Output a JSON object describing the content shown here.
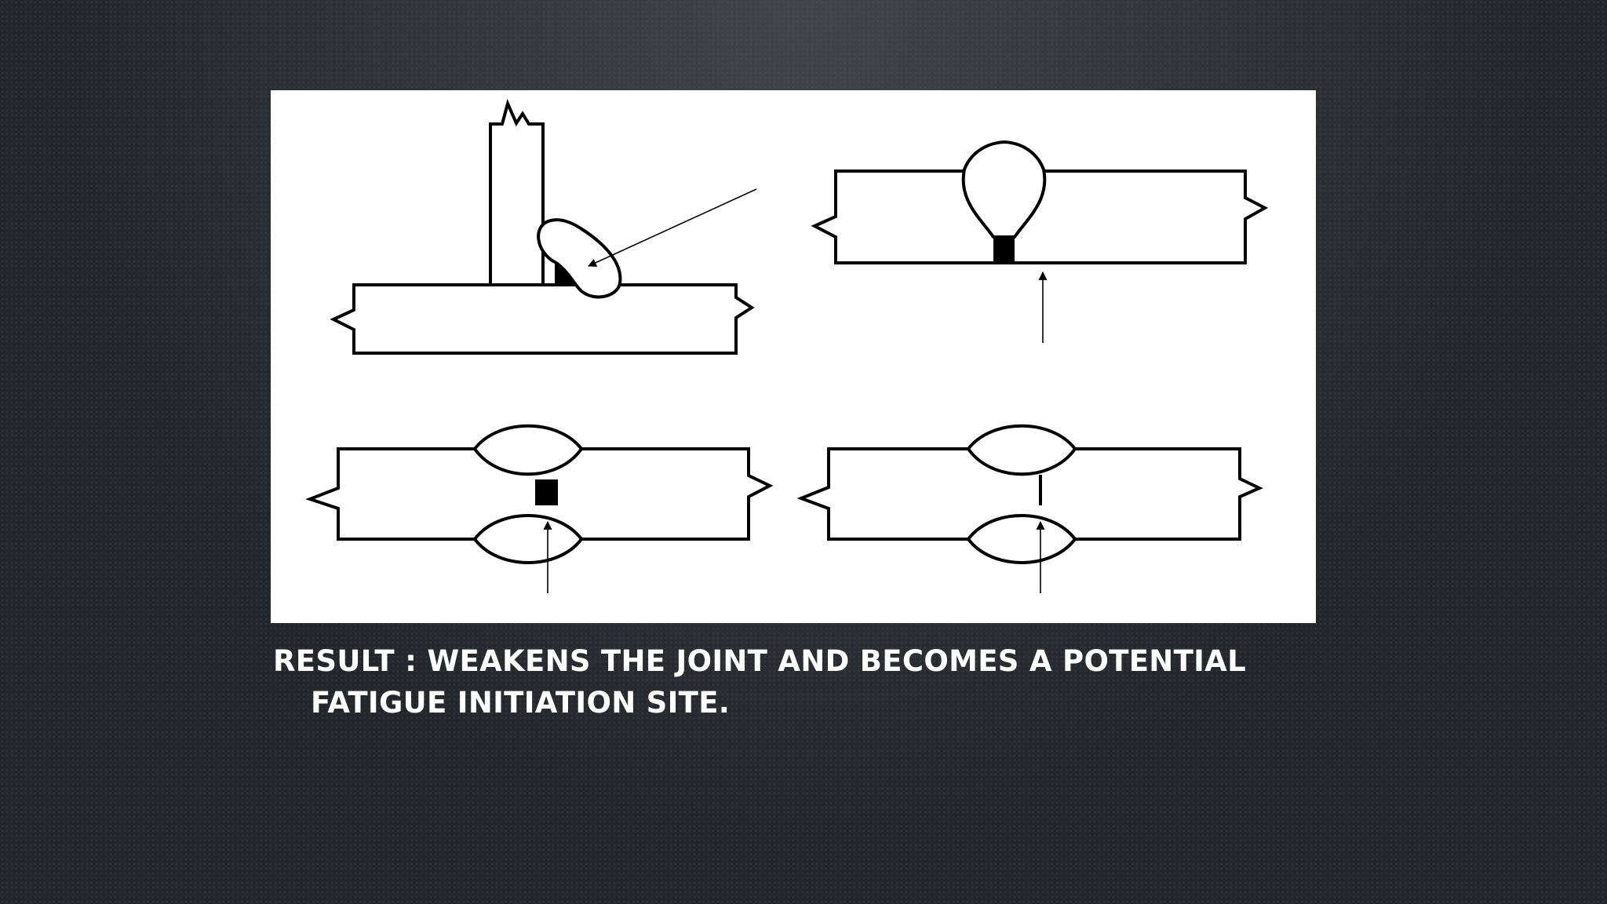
{
  "slide": {
    "caption": "RESULT : WEAKENS THE JOINT AND BECOMES A POTENTIAL FATIGUE INITIATION SITE."
  },
  "figure": {
    "background": "#ffffff",
    "ink": "#000000",
    "panels": [
      {
        "id": "fillet-tee-joint",
        "defect": "incomplete-root-penetration"
      },
      {
        "id": "single-v-butt-joint",
        "defect": "incomplete-root-penetration"
      },
      {
        "id": "double-v-butt-joint",
        "defect": "incomplete-root-penetration"
      },
      {
        "id": "double-sided-butt-joint",
        "defect": "lack-of-fusion-at-center"
      }
    ]
  }
}
